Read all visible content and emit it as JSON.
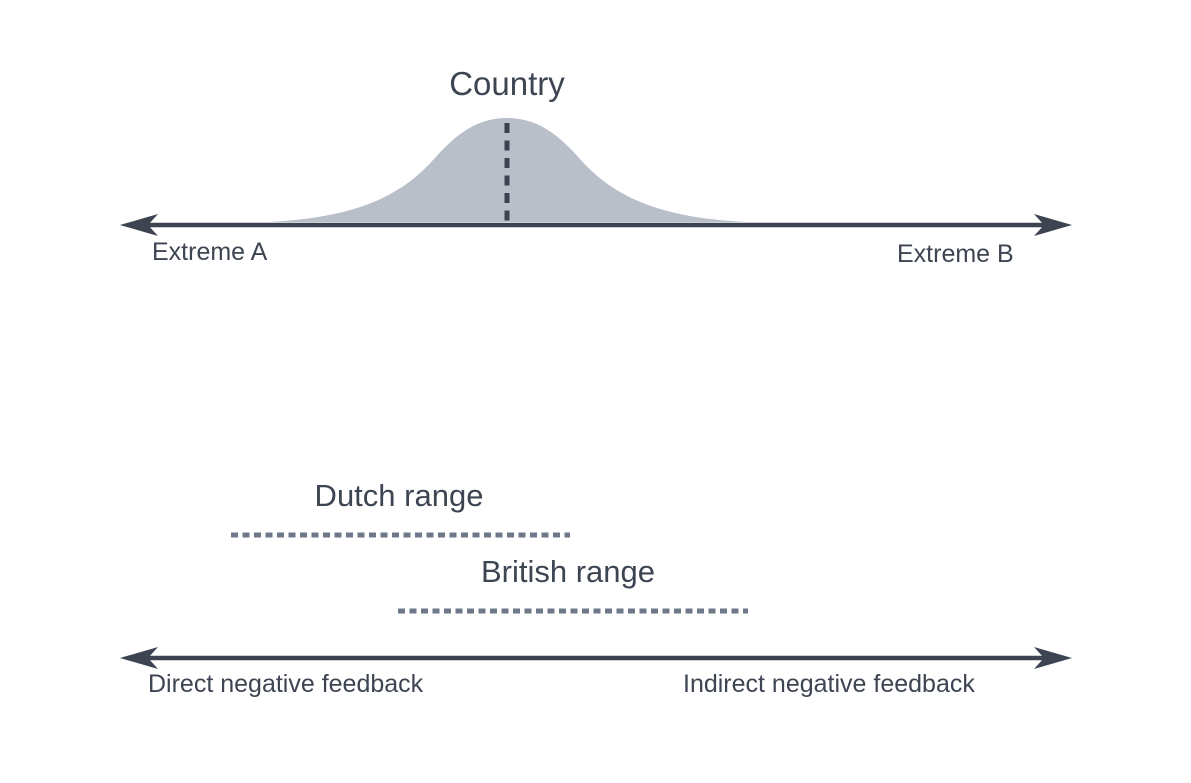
{
  "diagram": {
    "title": "Country",
    "top_axis": {
      "left_label": "Extreme A",
      "right_label": "Extreme B"
    },
    "ranges": [
      {
        "label": "Dutch range"
      },
      {
        "label": "British range"
      }
    ],
    "bottom_axis": {
      "left_label": "Direct negative feedback",
      "right_label": "Indirect negative feedback"
    }
  },
  "colors": {
    "line_dark": "#3d4451",
    "text_dark": "#3e4552",
    "curve_fill": "#b9bfc9",
    "range_dash": "#6e7889",
    "background": "#ffffff"
  }
}
